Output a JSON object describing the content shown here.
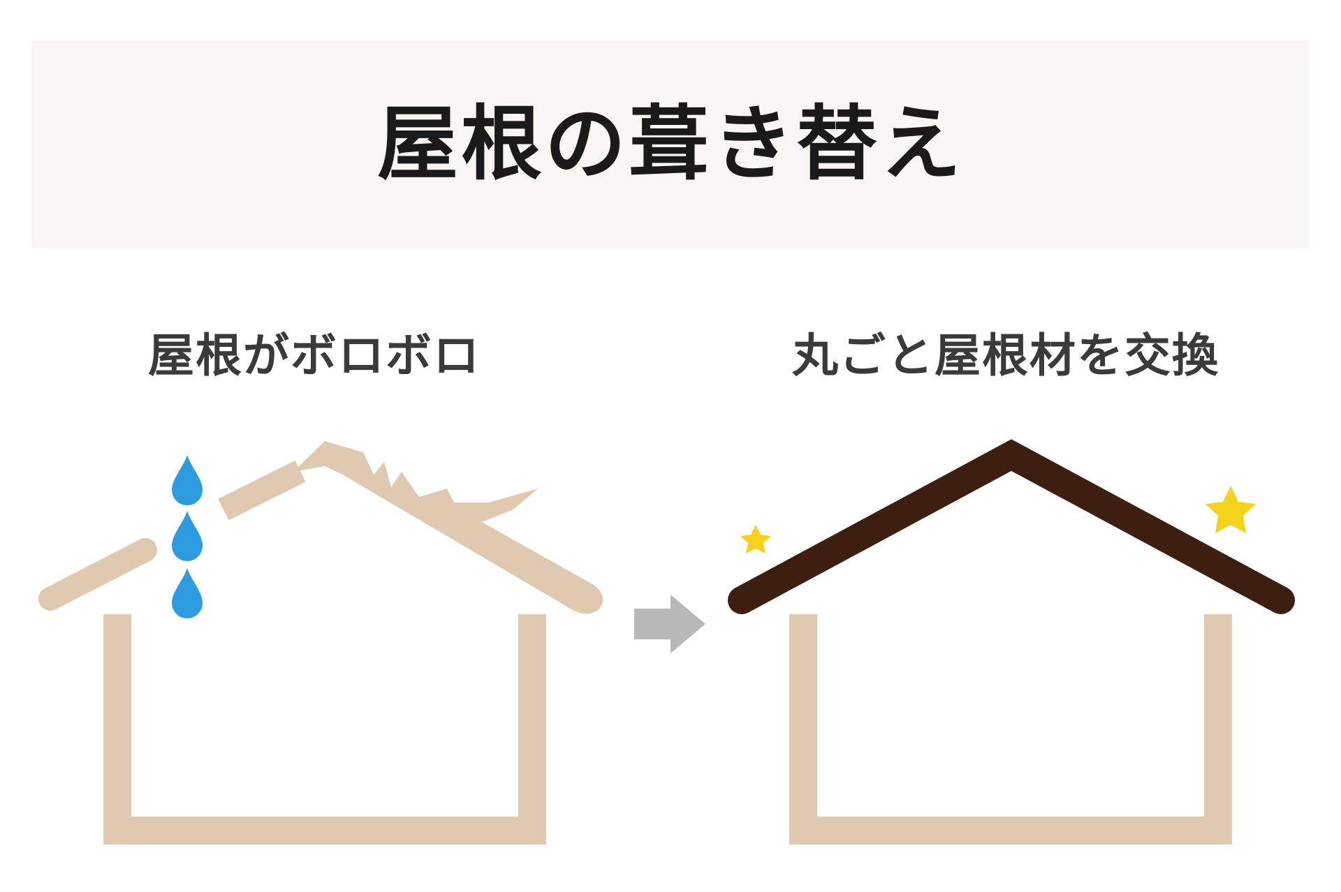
{
  "title": "屋根の葺き替え",
  "before": {
    "caption": "屋根がボロボロ"
  },
  "after": {
    "caption": "丸ごと屋根材を交換"
  },
  "icons": {
    "drops": "water-drop-icon",
    "arrow": "right-arrow-icon",
    "stars": "sparkle-star-icon"
  },
  "colors": {
    "banner": "#f8f5f2",
    "wall": "#dfc9b1",
    "old_roof": "#dfc9b1",
    "new_roof": "#3d1f12",
    "water": "#2c9be0",
    "arrow": "#b8b8b8",
    "star": "#f5d21c"
  }
}
